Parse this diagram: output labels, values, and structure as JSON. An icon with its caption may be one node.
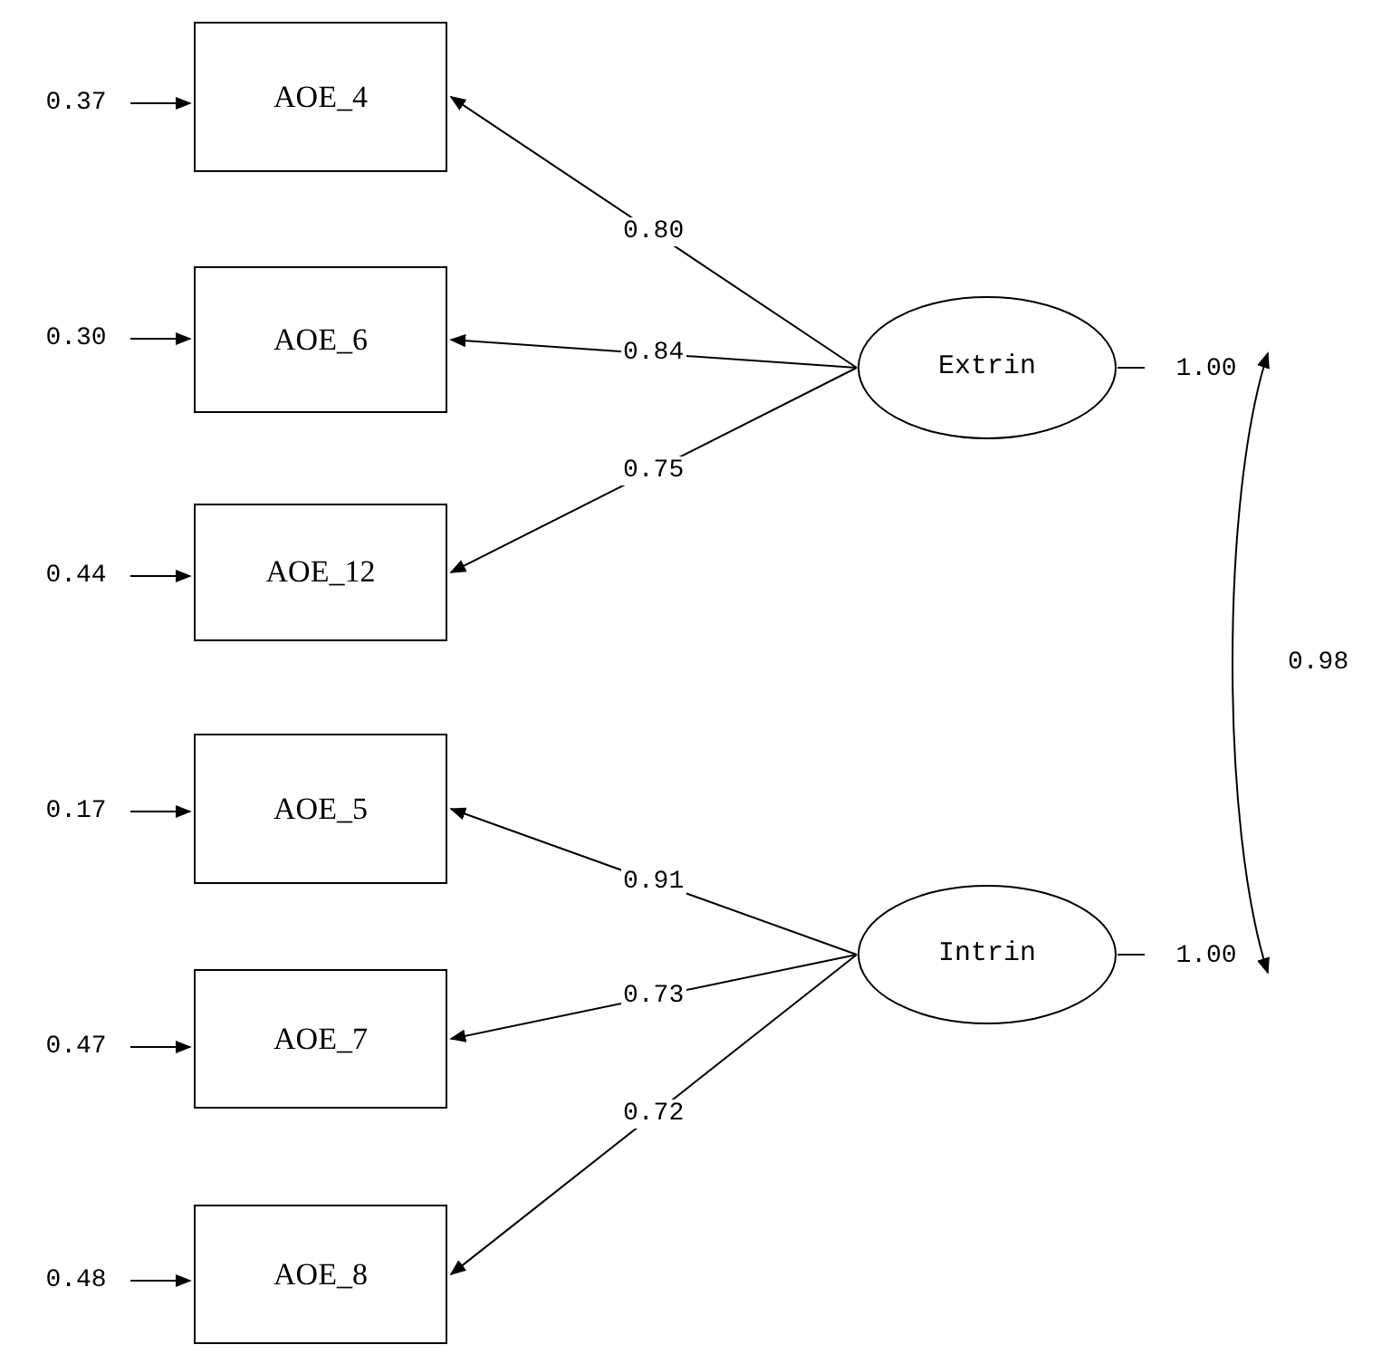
{
  "diagram": {
    "nodes": [
      {
        "text": [
          "0.37"
        ]
      },
      {
        "text": [
          "AOE_4"
        ]
      },
      {
        "text": [
          "0.30"
        ]
      },
      {
        "text": [
          "AOE_6"
        ]
      },
      {
        "text": [
          "0.44"
        ]
      },
      {
        "text": [
          "AOE_12"
        ]
      },
      {
        "text": [
          "Extrin"
        ]
      },
      {
        "text": [
          "1.00"
        ]
      },
      {
        "text": [
          "0.17"
        ]
      },
      {
        "text": [
          "AOE_5"
        ]
      },
      {
        "text": [
          "0.47"
        ]
      },
      {
        "text": [
          "AOE_7"
        ]
      },
      {
        "text": [
          "0.48"
        ]
      },
      {
        "text": [
          "AOE_8"
        ]
      },
      {
        "text": [
          "Intrin"
        ]
      },
      {
        "text": [
          "1.00"
        ]
      }
    ],
    "edges": [
      {
        "from": 0,
        "to": 1,
        "arrow": "to"
      },
      {
        "from": 2,
        "to": 3,
        "arrow": "to"
      },
      {
        "from": 4,
        "to": 5,
        "arrow": "to"
      },
      {
        "from": 6,
        "to": 1,
        "arrow": "to",
        "label": "0.80"
      },
      {
        "from": 6,
        "to": 3,
        "arrow": "to",
        "label": "0.84"
      },
      {
        "from": 6,
        "to": 5,
        "arrow": "to",
        "label": "0.75"
      },
      {
        "from": 6,
        "to": 7,
        "arrow": "none"
      },
      {
        "from": 8,
        "to": 9,
        "arrow": "to"
      },
      {
        "from": 10,
        "to": 11,
        "arrow": "to"
      },
      {
        "from": 12,
        "to": 13,
        "arrow": "to"
      },
      {
        "from": 14,
        "to": 9,
        "arrow": "to",
        "label": "0.91"
      },
      {
        "from": 14,
        "to": 11,
        "arrow": "to",
        "label": "0.73"
      },
      {
        "from": 14,
        "to": 13,
        "arrow": "to",
        "label": "0.72"
      },
      {
        "from": 14,
        "to": 15,
        "arrow": "none"
      },
      {
        "from": 7,
        "to": 15,
        "arrow": "both",
        "label": "0.98"
      }
    ]
  }
}
